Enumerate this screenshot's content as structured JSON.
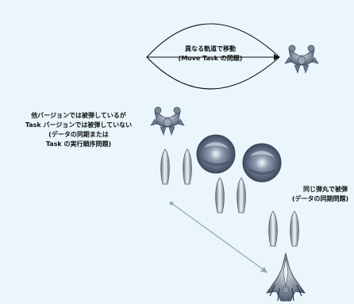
{
  "labels": {
    "orbit_title": "異なる軌道で移動",
    "orbit_subtitle": "(Move Task の問題)",
    "hit_line1": "他バージョンでは被弾しているが",
    "hit_line2": "Task バージョンでは被弾していない",
    "hit_line3": "(データの同期または",
    "hit_line4": "Task の実行順序問題)",
    "same_line1": "同じ弾丸で被弾",
    "same_line2": "(データの同期問題)"
  },
  "colors": {
    "background": "#eaf6fc",
    "line": "#9aa8b6",
    "bullet": "#8a97a6",
    "sprite": "#6f7d8f"
  },
  "icons": [
    "enemy-ship-icon",
    "enemy-ship-icon",
    "explosion-icon",
    "explosion-icon",
    "bullet-icon",
    "player-ship-icon"
  ]
}
